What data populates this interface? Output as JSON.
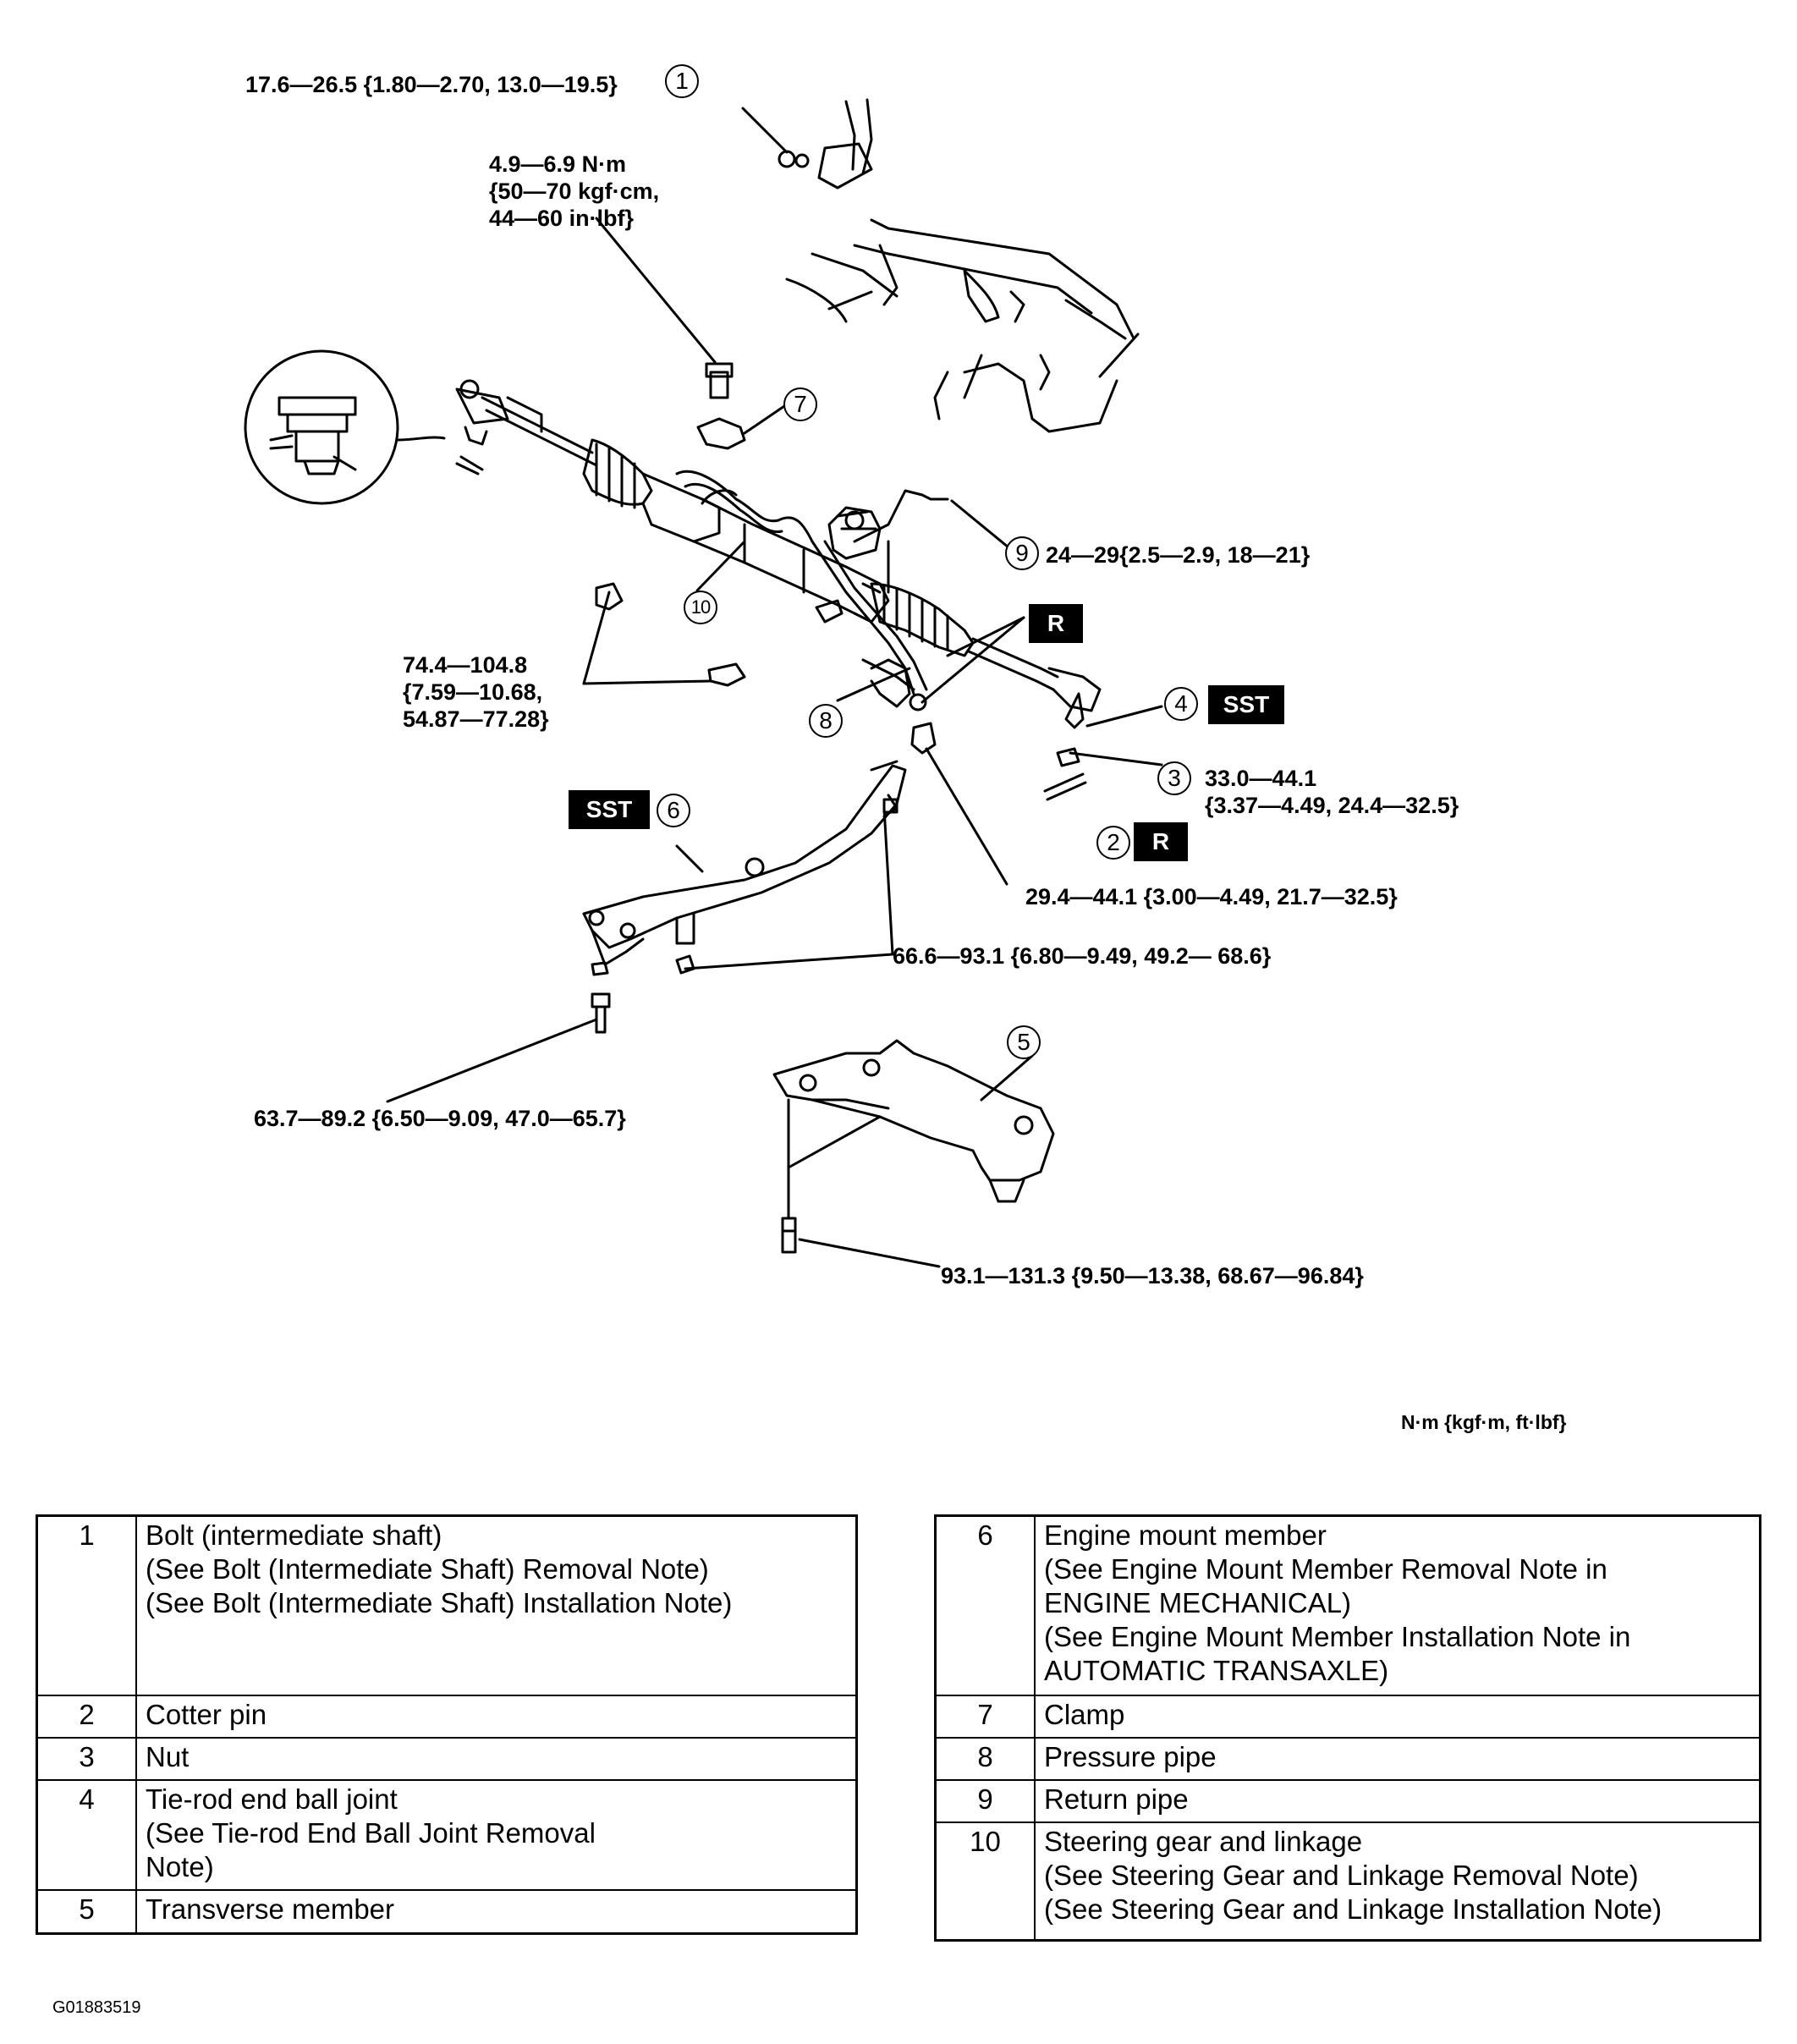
{
  "torques": {
    "t1": "17.6—26.5 {1.80—2.70, 13.0—19.5}",
    "t7": [
      "4.9—6.9 N·m",
      "{50—70 kgf·cm,",
      "44—60 in·lbf}"
    ],
    "t9": "24—29{2.5—2.9, 18—21}",
    "t10": [
      "74.4—104.8",
      "{7.59—10.68,",
      "54.87—77.28}"
    ],
    "t3": [
      "33.0—44.1",
      "{3.37—4.49, 24.4—32.5}"
    ],
    "t8": "29.4—44.1 {3.00—4.49, 21.7—32.5}",
    "t6a": "66.6—93.1 {6.80—9.49, 49.2— 68.6}",
    "t6b": "63.7—89.2 {6.50—9.09, 47.0—65.7}",
    "t5": "93.1—131.3 {9.50—13.38, 68.67—96.84}"
  },
  "callouts": {
    "c1": "1",
    "c2": "2",
    "c3": "3",
    "c4": "4",
    "c5": "5",
    "c6": "6",
    "c7": "7",
    "c8": "8",
    "c9": "9",
    "c10": "10"
  },
  "tags": {
    "r_top": "R",
    "r_bottom": "R",
    "sst_tie_rod": "SST",
    "sst_engine_mount": "SST"
  },
  "units_note": "N·m {kgf·m, ft·lbf}",
  "figure_id": "G01883519",
  "legend_left": [
    {
      "num": "1",
      "lines": [
        "Bolt (intermediate shaft)",
        "(See Bolt (Intermediate Shaft) Removal Note)",
        "(See Bolt (Intermediate Shaft) Installation Note)"
      ]
    },
    {
      "num": "2",
      "lines": [
        "Cotter pin"
      ]
    },
    {
      "num": "3",
      "lines": [
        "Nut"
      ]
    },
    {
      "num": "4",
      "lines": [
        "Tie-rod end ball joint",
        "(See Tie-rod End Ball Joint Removal",
        "Note)"
      ]
    },
    {
      "num": "5",
      "lines": [
        "Transverse member"
      ]
    }
  ],
  "legend_right": [
    {
      "num": "6",
      "lines": [
        "Engine mount member",
        "(See Engine Mount Member Removal Note in",
        "ENGINE MECHANICAL)",
        "(See Engine Mount Member Installation Note in",
        "AUTOMATIC TRANSAXLE)"
      ]
    },
    {
      "num": "7",
      "lines": [
        "Clamp"
      ]
    },
    {
      "num": "8",
      "lines": [
        "Pressure pipe"
      ]
    },
    {
      "num": "9",
      "lines": [
        "Return pipe"
      ]
    },
    {
      "num": "10",
      "lines": [
        "Steering gear and linkage",
        "(See Steering Gear and Linkage Removal Note)",
        "(See Steering Gear and Linkage Installation Note)"
      ]
    }
  ]
}
